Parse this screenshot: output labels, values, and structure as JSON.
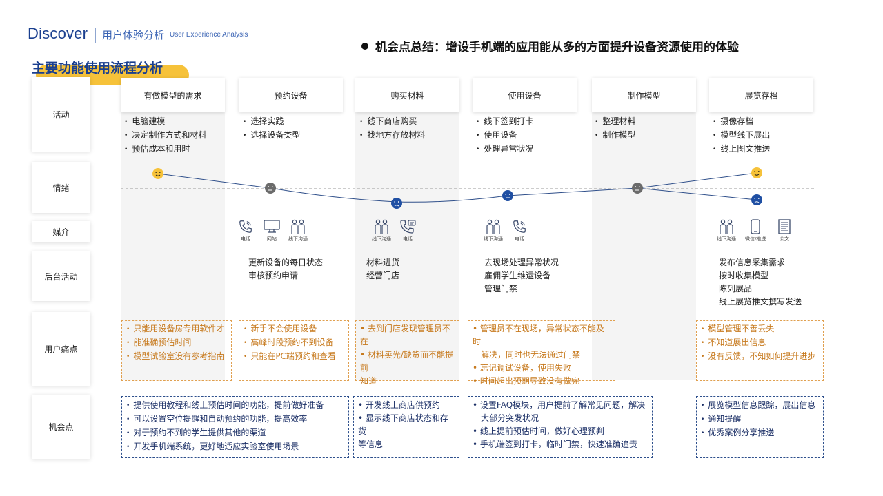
{
  "header": {
    "brand": "Discover",
    "subtitle_cn": "用户体验分析",
    "subtitle_en": "User Experience Analysis",
    "summary": "机会点总结：增设手机端的应用能从多的方面提升设备资源使用的体验",
    "section_title": "主要功能使用流程分析"
  },
  "rows": {
    "activity": "活动",
    "emotion": "情绪",
    "media": "媒介",
    "backend": "后台活动",
    "pain": "用户痛点",
    "opportunity": "机会点"
  },
  "phases": [
    {
      "name": "有做模型的需求",
      "activities": [
        "电脑建模",
        "决定制作方式和材料",
        "预估成本和用时"
      ]
    },
    {
      "name": "预约设备",
      "activities": [
        "选择实践",
        "选择设备类型"
      ]
    },
    {
      "name": "购买材料",
      "activities": [
        "线下商店购买",
        "找地方存放材料"
      ]
    },
    {
      "name": "使用设备",
      "activities": [
        "线下签到打卡",
        "使用设备",
        "处理异常状况"
      ]
    },
    {
      "name": "制作模型",
      "activities": [
        "整理材料",
        "制作模型"
      ]
    },
    {
      "name": "展览存档",
      "activities": [
        "摄像存档",
        "模型线下展出",
        "线上图文推送"
      ]
    }
  ],
  "emotions": [
    {
      "mood": "happy",
      "color": "#f6c23a"
    },
    {
      "mood": "neutral",
      "color": "#6b6b6b"
    },
    {
      "mood": "sad",
      "color": "#1f4fa3"
    },
    {
      "mood": "neutral",
      "color": "#1f4fa3"
    },
    {
      "mood": "neutral",
      "color": "#6b6b6b"
    },
    {
      "mood": "happy",
      "color": "#f6c23a"
    },
    {
      "mood": "sad",
      "color": "#1f4fa3"
    }
  ],
  "media": {
    "phase2": [
      {
        "icon": "phone-icon",
        "label": "电话"
      },
      {
        "icon": "computer-icon",
        "label": "网站"
      },
      {
        "icon": "people-icon",
        "label": "线下沟通"
      }
    ],
    "phase3": [
      {
        "icon": "people-icon",
        "label": "线下沟通"
      },
      {
        "icon": "phone-icon",
        "label": "电话"
      }
    ],
    "phase4": [
      {
        "icon": "people-icon",
        "label": "线下沟通"
      },
      {
        "icon": "phone-icon",
        "label": "电话"
      }
    ],
    "phase6": [
      {
        "icon": "people-icon",
        "label": "线下沟通"
      },
      {
        "icon": "mobile-icon",
        "label": "微信/推送"
      },
      {
        "icon": "document-icon",
        "label": "公文"
      }
    ]
  },
  "backend": {
    "phase2": [
      "更新设备的每日状态",
      "审核预约申请"
    ],
    "phase3": [
      "材料进货",
      "经营门店"
    ],
    "phase4": [
      "去现场处理异常状况",
      "雇佣学生维运设备",
      "管理门禁"
    ],
    "phase6": [
      "发布信息采集需求",
      "按时收集模型",
      "陈列展品",
      "线上展览推文撰写发送"
    ]
  },
  "pains": {
    "p1": [
      "只能用设备房专用软件才",
      "能准确预估时间",
      "模型试验室没有参考指南"
    ],
    "p2": [
      "新手不会使用设备",
      "高峰时段预约不到设备",
      "只能在PC端预约和查看"
    ],
    "p3_a": "去到门店发现管理员不在",
    "p3_b1": "材料卖光/缺货而不能提前",
    "p3_b2": "知道",
    "p4_a1": "管理员不在现场，异常状态不能及时",
    "p4_a2": "解决，同时也无法通过门禁",
    "p4_b": "忘记调试设备，使用失败",
    "p4_c": "时间超出预期导致没有做完",
    "p6": [
      "模型管理不善丢失",
      "不知道展出信息",
      "没有反馈，不知如何提升进步"
    ]
  },
  "opportunities": {
    "o1": [
      "提供使用教程和线上预估时间的功能，提前做好准备",
      "可以设置空位提醒和自动预约的功能，提高效率",
      "对于预约不到的学生提供其他的渠道",
      "开发手机端系统，更好地适应实验室使用场景"
    ],
    "o2_a": "开发线上商店供预约",
    "o2_b1": "显示线下商店状态和存货",
    "o2_b2": "等信息",
    "o3_a1": "设置FAQ模块，用户提前了解常见问题，解决",
    "o3_a2": "大部分突发状况",
    "o3_b": "线上提前预估时间，做好心理预判",
    "o3_c": "手机端签到打卡，临时门禁，快速准确追责",
    "o4": [
      "展览模型信息跟踪，展出信息",
      "通知提醒",
      "优秀案例分享推送"
    ]
  },
  "colors": {
    "brand": "#1a3f8f",
    "accent": "#f6c23a",
    "pain": "#c77a1e",
    "opportunity": "#1b2f66"
  }
}
